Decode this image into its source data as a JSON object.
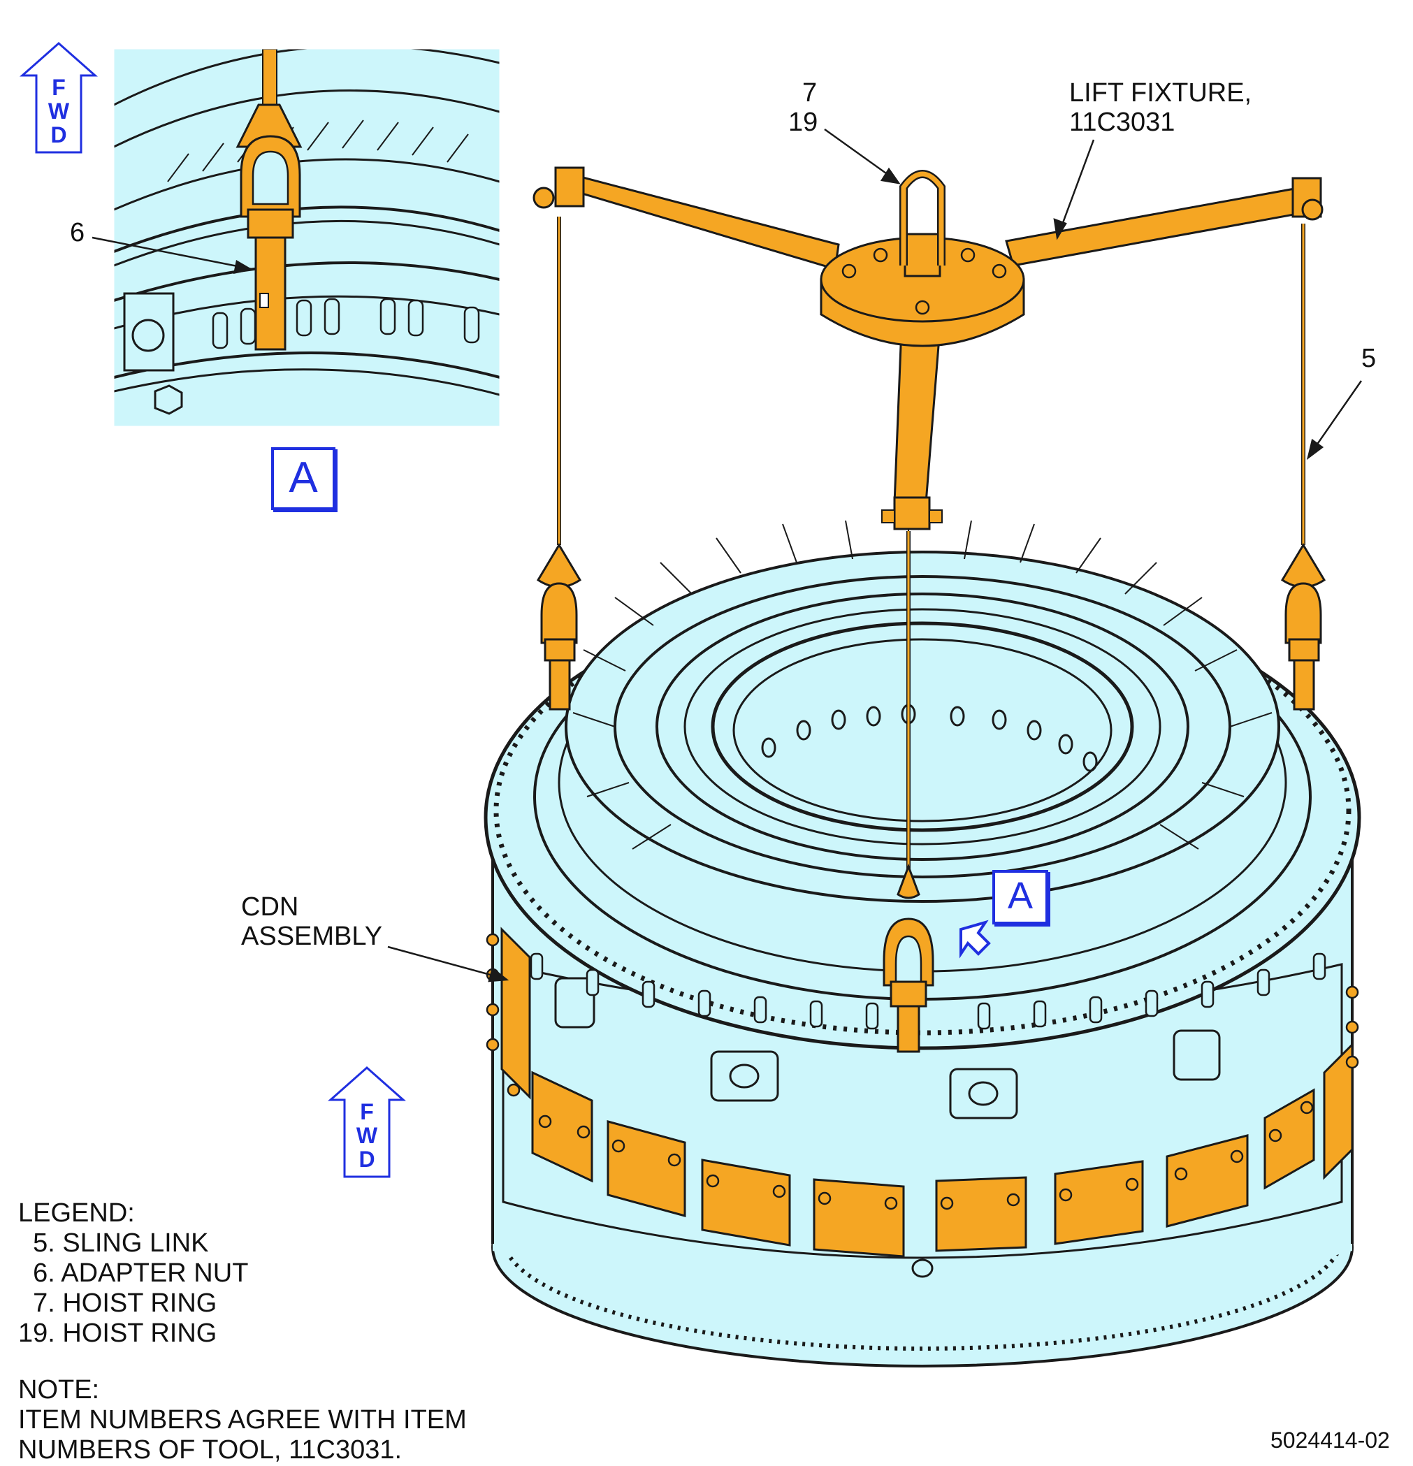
{
  "fwd_top": [
    "F",
    "W",
    "D"
  ],
  "fwd_bottom": [
    "F",
    "W",
    "D"
  ],
  "detail_label": "A",
  "view_label": "A",
  "callouts": {
    "item6": "6",
    "item7": "7",
    "item19": "19",
    "item5": "5",
    "lift_fixture_line1": "LIFT FIXTURE,",
    "lift_fixture_line2": "11C3031",
    "cdn_line1": "CDN",
    "cdn_line2": "ASSEMBLY"
  },
  "legend": {
    "title": "LEGEND:",
    "items": [
      "  5. SLING LINK",
      "  6. ADAPTER NUT",
      "  7. HOIST RING",
      "19. HOIST RING"
    ]
  },
  "note": {
    "title": "NOTE:",
    "lines": [
      "ITEM NUMBERS AGREE WITH ITEM",
      "NUMBERS OF TOOL, 11C3031."
    ]
  },
  "figure_id": "5024414-02",
  "colors": {
    "tool_orange": "#f5a623",
    "part_cyan": "#cdf6fb",
    "outline": "#1a1a1a",
    "callout_blue": "#1f2fe0"
  }
}
